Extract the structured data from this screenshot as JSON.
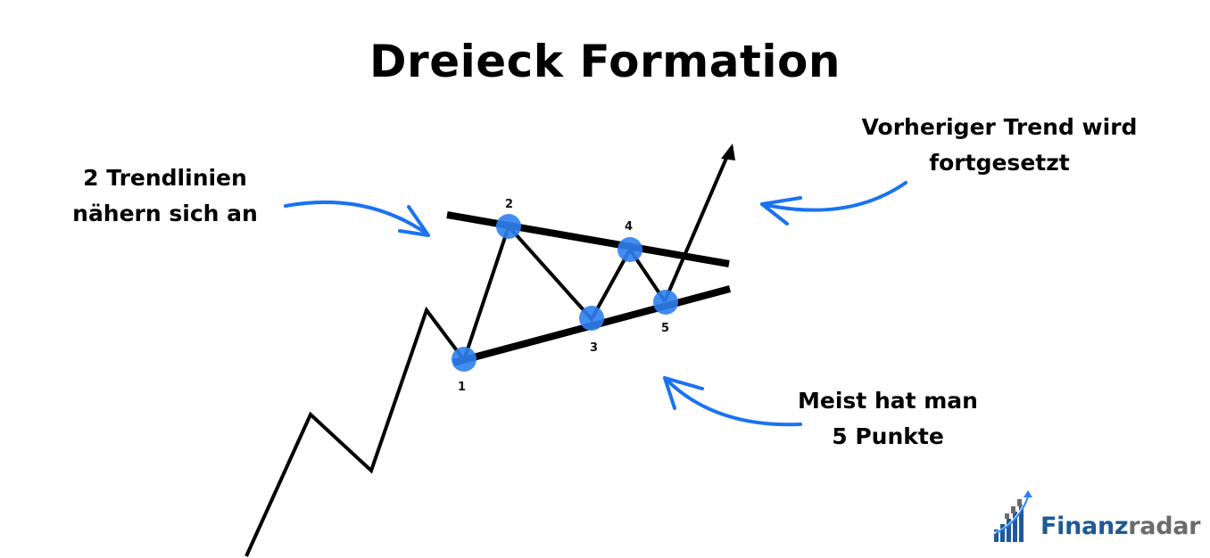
{
  "title": "Dreieck Formation",
  "annotations": {
    "left": {
      "line1": "2 Trendlinien",
      "line2": "nähern sich an"
    },
    "right_top": {
      "line1": "Vorheriger Trend wird",
      "line2": "fortgesetzt"
    },
    "right_bottom": {
      "line1": "Meist hat man",
      "line2": "5 Punkte"
    }
  },
  "points": [
    {
      "label": "1"
    },
    {
      "label": "2"
    },
    {
      "label": "3"
    },
    {
      "label": "4"
    },
    {
      "label": "5"
    }
  ],
  "colors": {
    "accent": "#1a73f0",
    "point_fill": "#2f7fef",
    "line": "#000000",
    "logo_primary": "#1d5a96",
    "logo_secondary": "#6b6b6b"
  },
  "logo": {
    "part1": "Finanz",
    "part2": "radar"
  }
}
